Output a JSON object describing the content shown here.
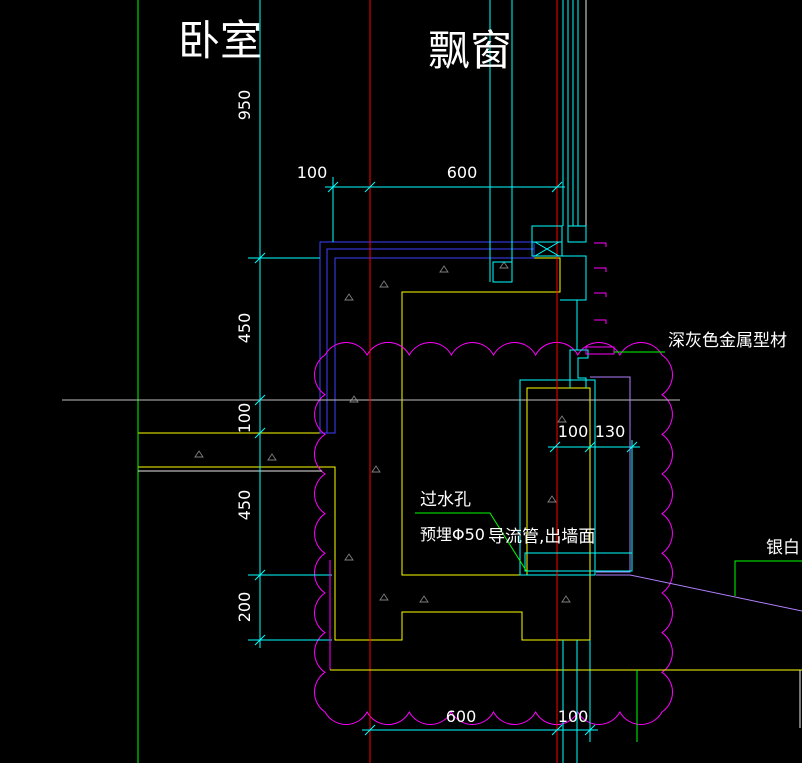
{
  "drawing": {
    "room_label": "卧室",
    "bay_window_label": "飘窗"
  },
  "annotations": {
    "metal_profile": "深灰色金属型材",
    "drain_hole": "过水孔",
    "embedded_pipe": "预埋Φ50",
    "drain_pipe": "导流管,出墙面",
    "silver_white": "银白"
  },
  "dimensions": {
    "left": [
      "950",
      "450",
      "100",
      "450",
      "200"
    ],
    "top": [
      "100",
      "600"
    ],
    "right": [
      "100",
      "130"
    ],
    "bottom": [
      "600",
      "100"
    ]
  },
  "colors": {
    "background": "#000000",
    "concrete_outline": "#ffff00",
    "axis_red": "#ff0000",
    "dimension_cyan": "#00ffff",
    "leader_green": "#00ff00",
    "revision_magenta": "#ff00ff",
    "insulation_blue": "#4040ff",
    "window_violet": "#b080ff",
    "hatch_gray": "#808080",
    "text_white": "#ffffff",
    "axis_gray": "#c0c0c0"
  }
}
